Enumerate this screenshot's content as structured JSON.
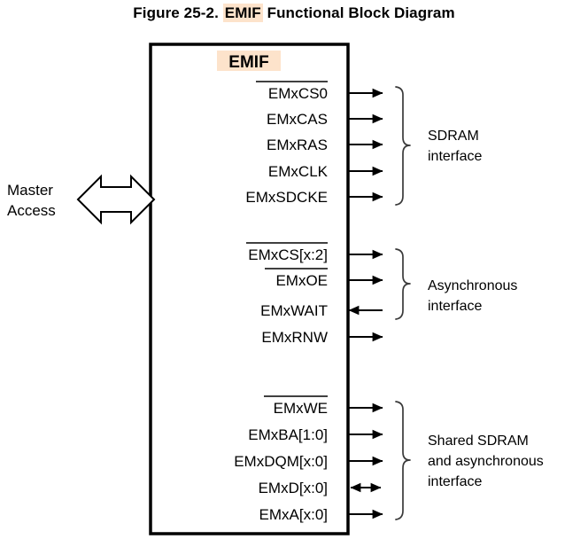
{
  "figure": {
    "title_prefix": "Figure 25-2. ",
    "title_highlight": "EMIF",
    "title_suffix": " Functional Block Diagram",
    "highlight_color": "#fde3cb"
  },
  "block": {
    "label": "EMIF",
    "border_color": "#000000",
    "fill_color": "#ffffff"
  },
  "master": {
    "line1": "Master",
    "line2": "Access",
    "arrow_name": "bidirectional-block-arrow",
    "direction": "bidirectional"
  },
  "groups": [
    {
      "id": "sdram",
      "label_lines": [
        "SDRAM",
        "interface"
      ],
      "signals": [
        {
          "name": "EMxCS0",
          "overline": true,
          "direction": "out"
        },
        {
          "name": "EMxCAS",
          "overline": false,
          "direction": "out"
        },
        {
          "name": "EMxRAS",
          "overline": false,
          "direction": "out"
        },
        {
          "name": "EMxCLK",
          "overline": false,
          "direction": "out"
        },
        {
          "name": "EMxSDCKE",
          "overline": false,
          "direction": "out"
        }
      ]
    },
    {
      "id": "asynchronous",
      "label_lines": [
        "Asynchronous",
        "interface"
      ],
      "signals": [
        {
          "name": "EMxCS[x:2]",
          "overline": true,
          "direction": "out"
        },
        {
          "name": "EMxOE",
          "overline": true,
          "direction": "out"
        },
        {
          "name": "EMxWAIT",
          "overline": false,
          "direction": "in"
        },
        {
          "name": "EMxRNW",
          "overline": false,
          "direction": "out"
        }
      ]
    },
    {
      "id": "shared",
      "label_lines": [
        "Shared SDRAM",
        "and asynchronous",
        "interface"
      ],
      "signals": [
        {
          "name": "EMxWE",
          "overline": true,
          "direction": "out"
        },
        {
          "name": "EMxBA[1:0]",
          "overline": false,
          "direction": "out"
        },
        {
          "name": "EMxDQM[x:0]",
          "overline": false,
          "direction": "out"
        },
        {
          "name": "EMxD[x:0]",
          "overline": false,
          "direction": "bidirectional"
        },
        {
          "name": "EMxA[x:0]",
          "overline": false,
          "direction": "out"
        }
      ]
    }
  ]
}
